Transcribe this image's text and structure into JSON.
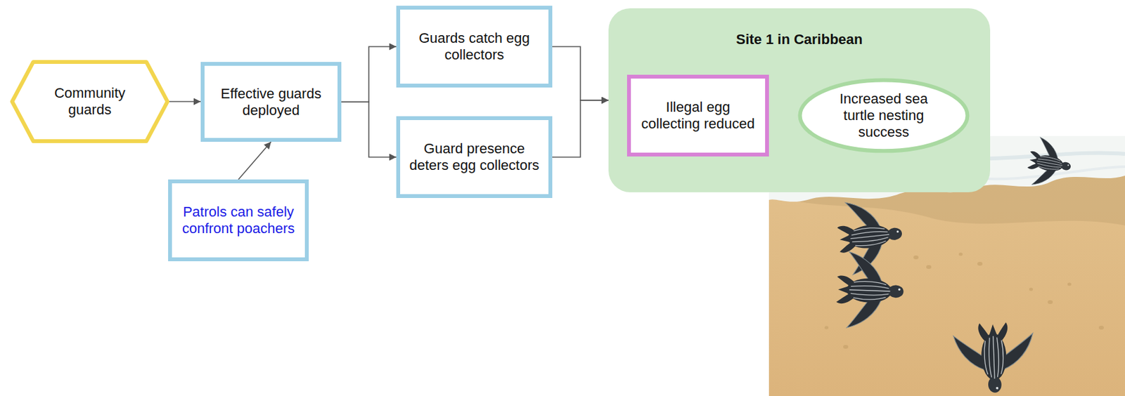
{
  "diagram": {
    "nodes": [
      {
        "text": [
          "Community guards"
        ]
      },
      {
        "text": [
          "Effective guards deployed"
        ]
      },
      {
        "text": [
          "Patrols can safely confront poachers"
        ]
      },
      {
        "text": [
          "Guards catch egg collectors"
        ]
      },
      {
        "text": [
          "Guard presence deters egg collectors"
        ]
      },
      {
        "text": [
          "Site 1 in Caribbean"
        ]
      },
      {
        "text": [
          "Illegal egg collecting reduced"
        ],
        "in": 5
      },
      {
        "text": [
          "Increased sea turtle nesting success"
        ],
        "in": 5
      }
    ],
    "edges": [
      {
        "from": 0,
        "to": 1,
        "arrow": "to"
      },
      {
        "from": 2,
        "to": 1,
        "arrow": "to"
      },
      {
        "from": 1,
        "to": 3,
        "arrow": "to"
      },
      {
        "from": 1,
        "to": 4,
        "arrow": "to"
      },
      {
        "from": 3,
        "to": 5,
        "arrow": "to"
      },
      {
        "from": 4,
        "to": 5,
        "arrow": "to"
      },
      {
        "from": 6,
        "to": 7,
        "arrow": "to"
      }
    ]
  }
}
